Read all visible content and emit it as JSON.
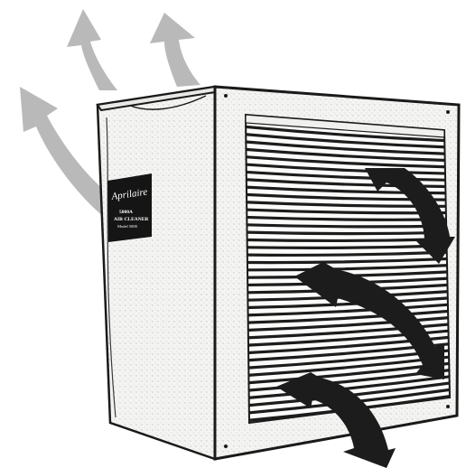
{
  "image": {
    "subject": "air-cleaner-unit-airflow-illustration",
    "colors": {
      "background": "#ffffff",
      "outflow_arrow": "#b9b9b9",
      "inflow_arrow": "#1c1c1c",
      "cabinet": "#f4f4f2",
      "outline": "#1a1a1a",
      "label_panel": "#151515"
    }
  },
  "label": {
    "brand": "Aprilaire",
    "line1": "5000A",
    "line2": "AIR CLEANER",
    "line3": "Model 5000"
  }
}
